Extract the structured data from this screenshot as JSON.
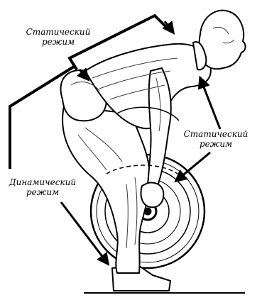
{
  "labels": {
    "static_top": [
      "Статический",
      "режим"
    ],
    "static_right": [
      "Статический",
      "режим"
    ],
    "dynamic": [
      "Динамический",
      "режим"
    ]
  },
  "colors": {
    "ink": "#000000",
    "paper": "#ffffff",
    "shade": "#3a3a3a"
  }
}
